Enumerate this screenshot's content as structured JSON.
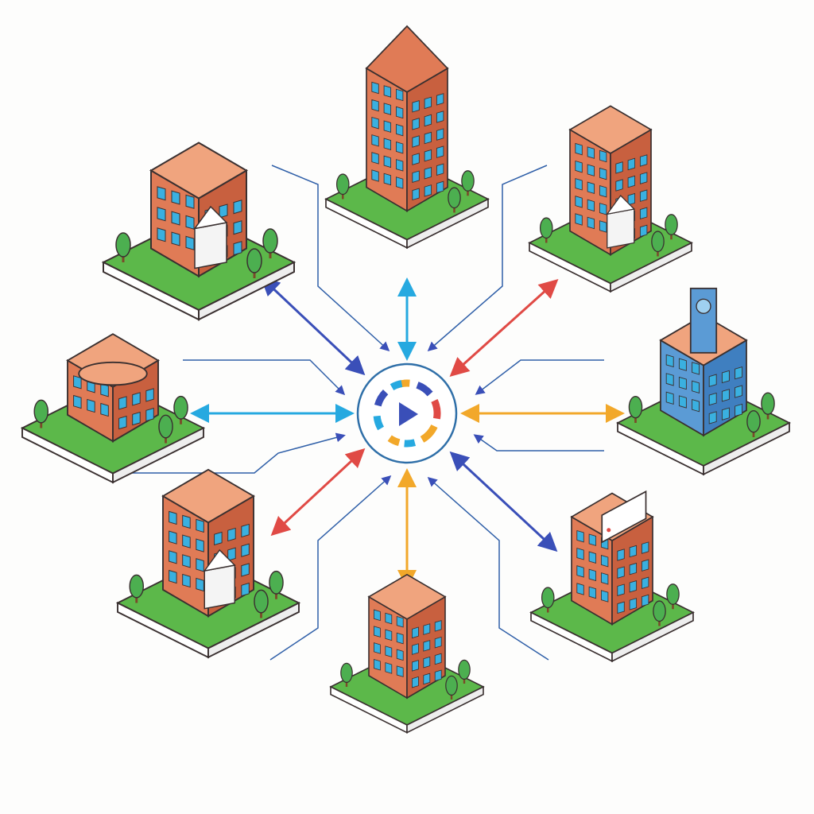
{
  "colors": {
    "background": "#fdfdfc",
    "brick": "#e07b56",
    "brick_side": "#c8603f",
    "roof": "#f0a47e",
    "window": "#3ab0e0",
    "outline": "#3a3030",
    "grass": "#5cb84a",
    "tree": "#4caf50",
    "platform": "#ffffff",
    "blue_building": "#5b9bd5",
    "hub_ring": "#2f6fa8",
    "thin_line": "#2f5fa8",
    "dark_blue": "#3a4fb8",
    "light_blue": "#26a9e0",
    "red": "#e04a45",
    "orange": "#f2a82a"
  },
  "hub": {
    "icon": "play-refresh-hub-icon"
  },
  "nodes": [
    {
      "id": "top-left",
      "icon": "campus-building-with-portico-icon",
      "style": "brick"
    },
    {
      "id": "top",
      "icon": "tower-building-icon",
      "style": "brick"
    },
    {
      "id": "top-right",
      "icon": "campus-building-with-entrance-icon",
      "style": "brick"
    },
    {
      "id": "left",
      "icon": "rotunda-building-icon",
      "style": "brick"
    },
    {
      "id": "right",
      "icon": "clock-tower-building-icon",
      "style": "blue"
    },
    {
      "id": "bottom-left",
      "icon": "school-building-icon",
      "style": "brick"
    },
    {
      "id": "bottom",
      "icon": "small-tower-building-icon",
      "style": "brick"
    },
    {
      "id": "bottom-right",
      "icon": "building-with-sign-icon",
      "style": "brick"
    }
  ],
  "edges": [
    {
      "node": "top-left",
      "color": "dark_blue",
      "direction": "bidirectional"
    },
    {
      "node": "top",
      "color": "light_blue",
      "direction": "bidirectional"
    },
    {
      "node": "top-right",
      "color": "red",
      "direction": "bidirectional"
    },
    {
      "node": "left",
      "color": "light_blue",
      "direction": "bidirectional"
    },
    {
      "node": "right",
      "color": "orange",
      "direction": "bidirectional"
    },
    {
      "node": "bottom-left",
      "color": "red",
      "direction": "bidirectional"
    },
    {
      "node": "bottom",
      "color": "orange",
      "direction": "bidirectional"
    },
    {
      "node": "bottom-right",
      "color": "dark_blue",
      "direction": "bidirectional"
    }
  ]
}
